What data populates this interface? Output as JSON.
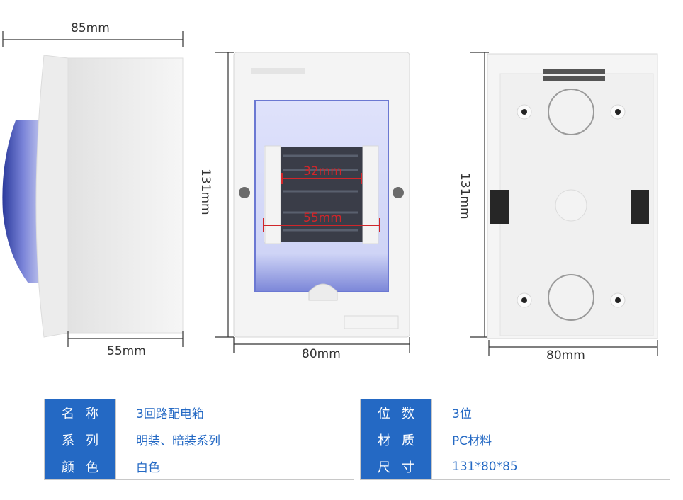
{
  "dimensions": {
    "side_width": "85mm",
    "side_depth": "55mm",
    "front_height": "131mm",
    "front_width": "80mm",
    "inner_top": "32mm",
    "inner_bottom": "55mm",
    "back_height": "131mm",
    "back_width": "80mm"
  },
  "specs_left": [
    {
      "label": "名称",
      "value": "3回路配电箱"
    },
    {
      "label": "系列",
      "value": "明装、暗装系列"
    },
    {
      "label": "颜色",
      "value": "白色"
    }
  ],
  "specs_right": [
    {
      "label": "位数",
      "value": "3位"
    },
    {
      "label": "材质",
      "value": "PC材料"
    },
    {
      "label": "尺寸",
      "value": "131*80*85"
    }
  ],
  "colors": {
    "accent": "#2469c4",
    "dimension_red": "#d0262a",
    "box_white": "#f4f4f4",
    "cover_blue": "#5a68c8"
  }
}
